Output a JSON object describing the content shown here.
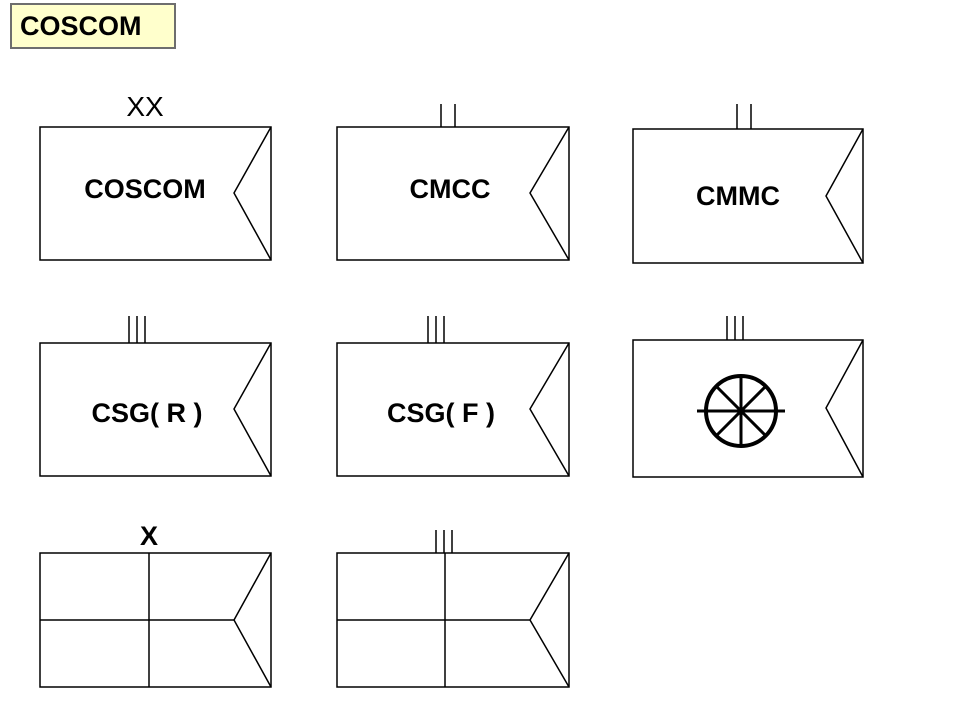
{
  "title": "COSCOM",
  "symbols": [
    {
      "echelon": "XX",
      "label": "COSCOM"
    },
    {
      "echelon": "II",
      "label": "CMCC"
    },
    {
      "echelon": "II",
      "label": "CMMC"
    },
    {
      "echelon": "III",
      "label": "CSG( R )"
    },
    {
      "echelon": "III",
      "label": "CSG( F )"
    },
    {
      "echelon": "III",
      "label": "",
      "icon": "wheel-icon"
    },
    {
      "echelon": "X",
      "label": "",
      "icon": "quadrant-grid-icon"
    },
    {
      "echelon": "III",
      "label": "",
      "icon": "quadrant-grid-icon"
    }
  ]
}
